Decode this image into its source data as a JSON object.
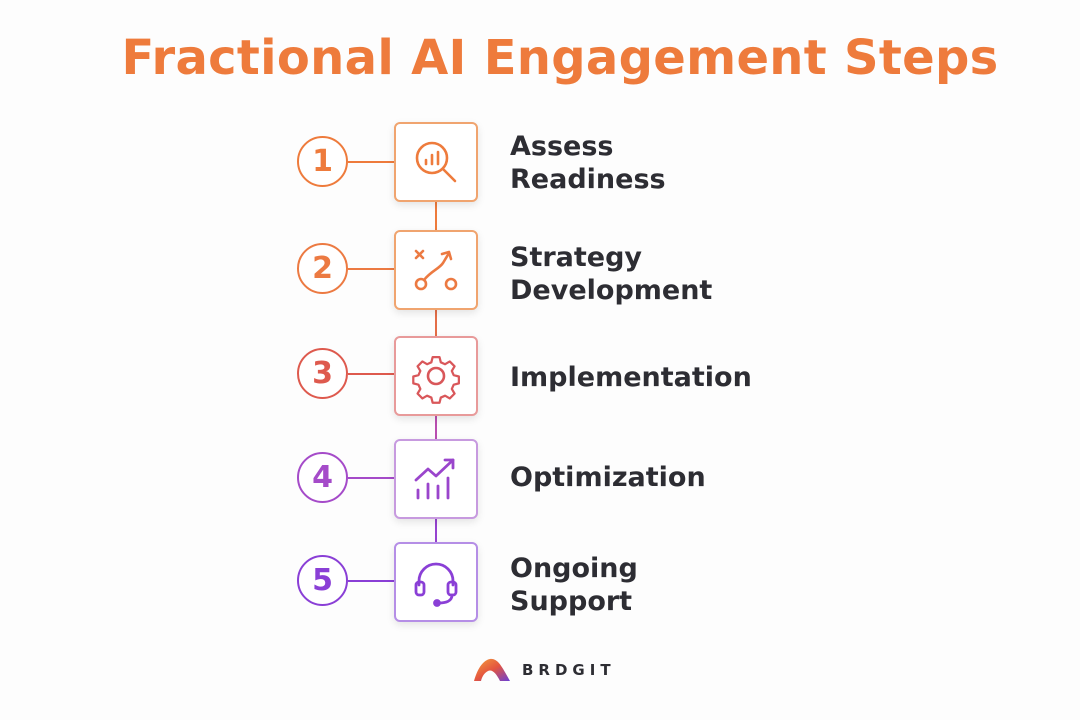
{
  "title": "Fractional AI Engagement Steps",
  "steps": [
    {
      "number": "1",
      "label_line1": "Assess",
      "label_line2": "Readiness",
      "icon": "magnifier-chart-icon",
      "color": "#ee7b3c"
    },
    {
      "number": "2",
      "label_line1": "Strategy",
      "label_line2": "Development",
      "icon": "strategy-path-icon",
      "color": "#ec7a42"
    },
    {
      "number": "3",
      "label_line1": "Implementation",
      "label_line2": "",
      "icon": "gear-icon",
      "color": "#de5a4e"
    },
    {
      "number": "4",
      "label_line1": "Optimization",
      "label_line2": "",
      "icon": "growth-chart-icon",
      "color": "#a54bc9"
    },
    {
      "number": "5",
      "label_line1": "Ongoing",
      "label_line2": "Support",
      "icon": "headset-icon",
      "color": "#8a3fd6"
    }
  ],
  "brand": {
    "name": "BRDGIT",
    "logo_icon": "brdgit-logo-icon"
  }
}
